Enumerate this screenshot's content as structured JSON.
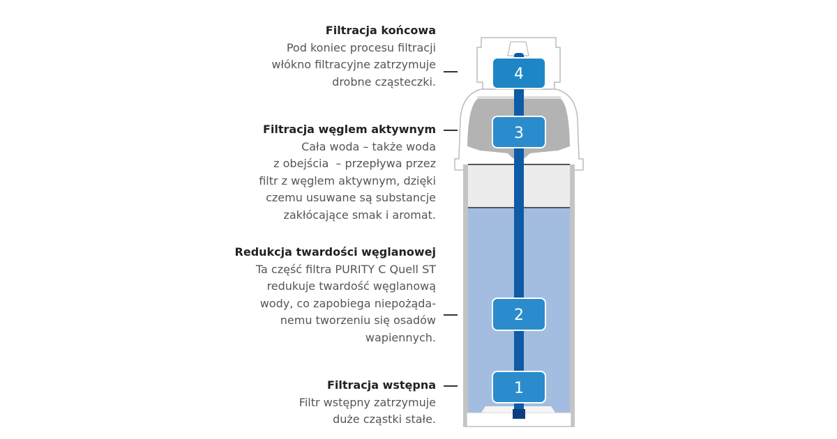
{
  "stages": [
    {
      "number": "4",
      "title": "Filtracja końcowa",
      "lines": [
        "Pod koniec procesu filtracji",
        "włókno filtracyjne zatrzymuje",
        "drobne cząsteczki."
      ]
    },
    {
      "number": "3",
      "title": "Filtracja węglem aktywnym",
      "lines": [
        "Cała woda – także woda",
        "z obejścia  – przepływa przez",
        "filtr z węglem aktywnym, dzięki",
        "czemu usuwane są substancje",
        "zakłócające smak i aromat."
      ]
    },
    {
      "number": "2",
      "title": "Redukcja twardości węglanowej",
      "lines": [
        "Ta część filtra PURITY C Quell ST",
        "redukuje twardość węglanową",
        "wody, co zapobiega niepożąda-",
        "nemu tworzeniu się osadów",
        "wapiennych."
      ]
    },
    {
      "number": "1",
      "title": "Filtracja wstępna",
      "lines": [
        "Filtr wstępny zatrzymuje",
        "duże cząstki stałe."
      ]
    }
  ],
  "colors": {
    "water": "#a3bde0",
    "tube": "#0f5ba6",
    "badge": "#2a8ccc",
    "carbon": "#b3b3b3",
    "wall": "#c4c4c4"
  }
}
